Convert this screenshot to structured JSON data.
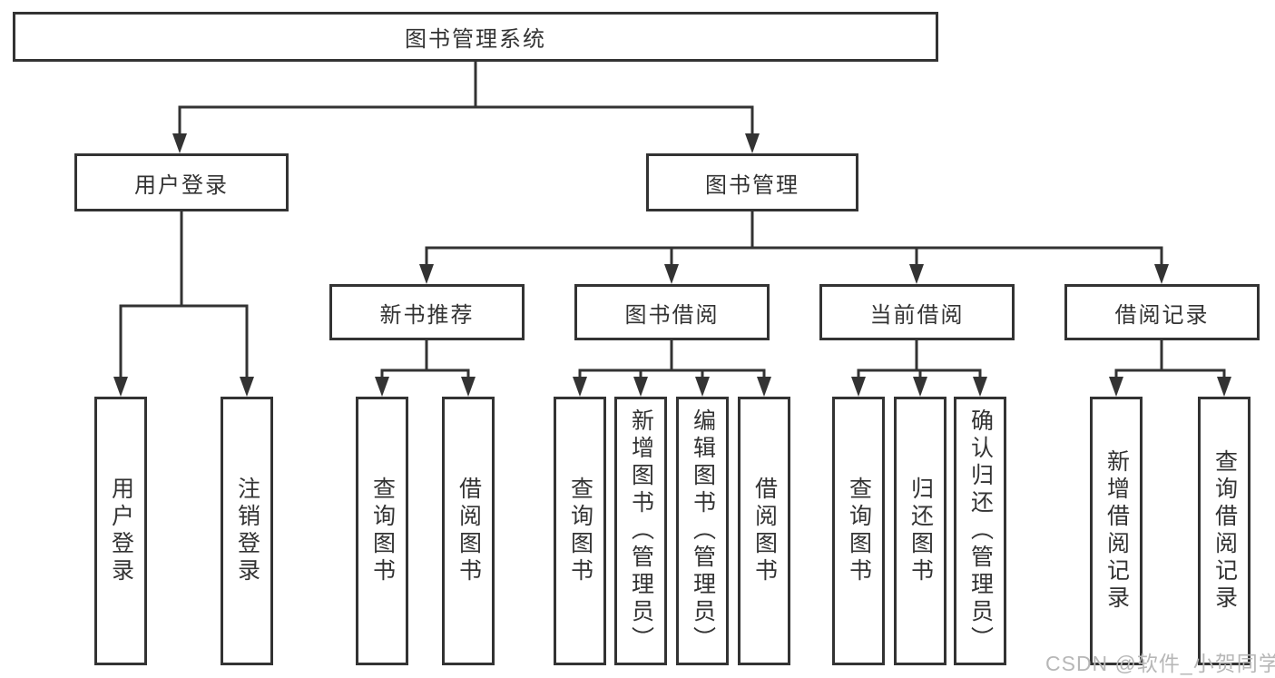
{
  "tree": {
    "root": "图书管理系统",
    "branches": [
      {
        "label": "用户登录",
        "leaves": [
          "用户登录",
          "注销登录"
        ]
      },
      {
        "label": "图书管理",
        "groups": [
          {
            "label": "新书推荐",
            "leaves": [
              "查询图书",
              "借阅图书"
            ]
          },
          {
            "label": "图书借阅",
            "leaves": [
              "查询图书",
              "新增图书（管理员）",
              "编辑图书（管理员）",
              "借阅图书"
            ]
          },
          {
            "label": "当前借阅",
            "leaves": [
              "查询图书",
              "归还图书",
              "确认归还（管理员）"
            ]
          },
          {
            "label": "借阅记录",
            "leaves": [
              "新增借阅记录",
              "查询借阅记录"
            ]
          }
        ]
      }
    ]
  },
  "watermark": {
    "text": "CSDN @软件_小贺同学",
    "color": "#b7b7b7"
  },
  "colors": {
    "line": "#333333",
    "box_border": "#333333",
    "text": "#333333",
    "background": "#ffffff"
  }
}
